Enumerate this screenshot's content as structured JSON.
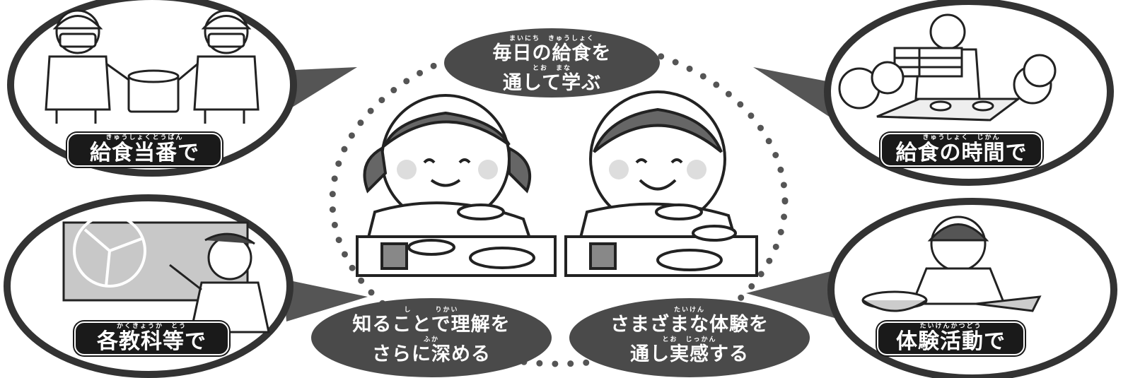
{
  "center": {
    "line1": "毎日の給食を",
    "line2": "通して学ぶ",
    "ruby1": "まいにち　きゅうしょく",
    "ruby2": "とお　まな"
  },
  "panels": {
    "top_left": {
      "label": "給食当番で",
      "ruby": "きゅうしょくとうばん"
    },
    "top_right": {
      "label": "給食の時間で",
      "ruby": "きゅうしょく　じかん"
    },
    "bottom_left": {
      "label": "各教科等で",
      "ruby": "かくきょうか　とう"
    },
    "bottom_right": {
      "label": "体験活動で",
      "ruby": "たいけんかつどう"
    }
  },
  "bubbles": {
    "left": {
      "line1": "知ることで理解を",
      "line2": "さらに深める",
      "ruby1": "し　　　りかい",
      "ruby2": "ふか"
    },
    "right": {
      "line1": "さまざまな体験を",
      "line2": "通し実感する",
      "ruby1": "たいけん",
      "ruby2": "とお　じっかん"
    }
  },
  "colors": {
    "ink": "#1a1a1a",
    "bubble": "#4a4a4a",
    "circle_fill": "#ffffff",
    "gray_shade": "#bfbfbf"
  }
}
